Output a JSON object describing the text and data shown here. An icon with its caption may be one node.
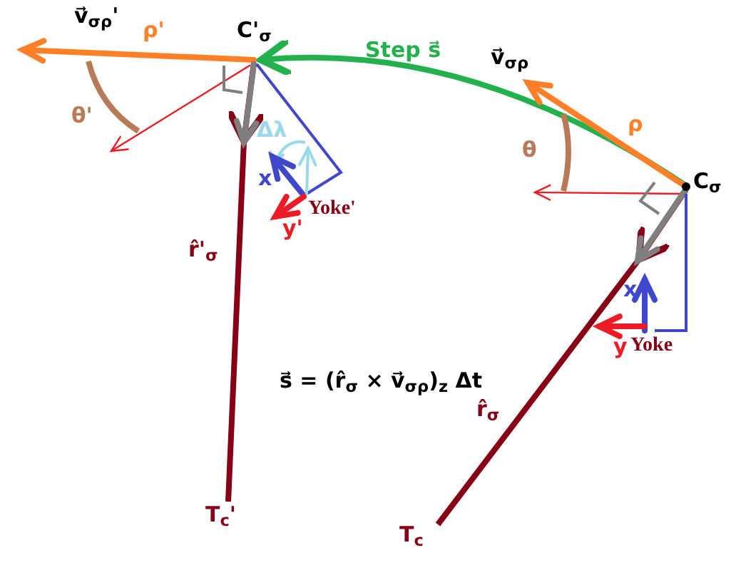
{
  "diagram": {
    "nodes": [
      {
        "text": [
          "C'$_{σ}$"
        ]
      },
      {
        "text": [
          "C$_{σ}$"
        ]
      },
      {
        "text": [
          "T$_{c}$'"
        ]
      },
      {
        "text": [
          "T$_{c}$"
        ]
      }
    ],
    "edges": [
      {
        "from": 1,
        "to": 0,
        "arrow": "to",
        "label": "Step s⃗",
        "color": "#22b14c"
      },
      {
        "from": 0,
        "to": 2,
        "arrow": "to",
        "label": "r̂'$_{σ}$",
        "color": "#880015"
      },
      {
        "from": 1,
        "to": 3,
        "arrow": "to",
        "label": "r̂$_{σ}$",
        "color": "#880015"
      }
    ],
    "labels": [
      "v⃗$_{σρ}$'",
      "ρ'",
      "θ'",
      "Δλ",
      "x'",
      "y'",
      "Yoke'",
      "v⃗$_{σρ}$",
      "ρ",
      "θ",
      "x",
      "y",
      "Yoke",
      "s⃗ = (r̂$_{σ}$ × v⃗$_{σρ}$)$_{z}$ Δt"
    ]
  }
}
